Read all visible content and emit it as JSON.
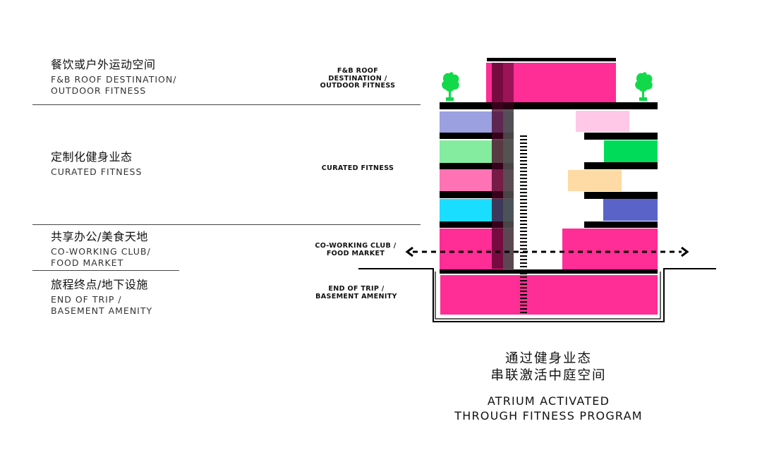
{
  "levels": [
    {
      "cn": "餐饮或户外运动空间",
      "en": "F&B ROOF DESTINATION/\nOUTDOOR FITNESS",
      "center": "F&B ROOF\nDESTINATION /\nOUTDOOR FITNESS"
    },
    {
      "cn": "定制化健身业态",
      "en": "CURATED FITNESS",
      "center": "CURATED FITNESS"
    },
    {
      "cn": "共享办公/美食天地",
      "en": "CO-WORKING CLUB/\nFOOD MARKET",
      "center": "CO-WORKING CLUB /\nFOOD MARKET"
    },
    {
      "cn": "旅程终点/地下设施",
      "en": "END OF TRIP /\nBASEMENT AMENITY",
      "center": "END OF TRIP /\nBASEMENT AMENITY"
    }
  ],
  "caption": {
    "cn": "通过健身业态\n串联激活中庭空间",
    "en": "ATRIUM ACTIVATED\nTHROUGH FITNESS PROGRAM"
  },
  "colors": {
    "magenta": "#ff2d95",
    "dark_core": "#4a0024",
    "black": "#000000",
    "lavender": "#9aa0e0",
    "mint": "#84ec9f",
    "pink": "#ff73b4",
    "cyan": "#19deff",
    "light_pink": "#ffc8e6",
    "green": "#00dc5a",
    "peach": "#fedaa4",
    "blue": "#5a64c8",
    "tree_green": "#12d94a",
    "grey_core": "#505050"
  },
  "icons": {
    "tree_left": "tree-icon",
    "tree_right": "tree-icon",
    "arrow": "double-arrow-icon"
  }
}
